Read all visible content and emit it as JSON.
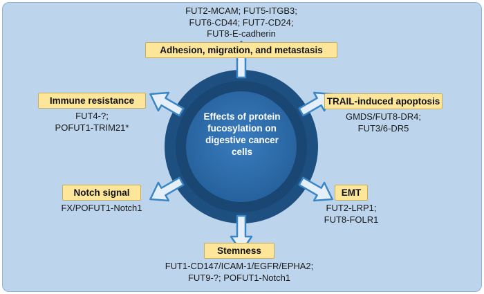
{
  "diagram": {
    "center": {
      "lines": [
        "Effects of protein",
        "fucosylation on",
        "digestive cancer",
        "cells"
      ]
    },
    "categories": {
      "adhesion": {
        "label": "Adhesion, migration, and metastasis",
        "lines": [
          "FUT2-MCAM; FUT5-ITGB3;",
          "FUT6-CD44; FUT7-CD24;",
          "FUT8-E-cadherin"
        ]
      },
      "trail": {
        "label": "TRAIL-induced apoptosis",
        "lines": [
          "GMDS/FUT8-DR4;",
          "FUT3/6-DR5"
        ]
      },
      "emt": {
        "label": "EMT",
        "lines": [
          "FUT2-LRP1;",
          "FUT8-FOLR1"
        ]
      },
      "stemness": {
        "label": "Stemness",
        "lines": [
          "FUT1-CD147/ICAM-1/EGFR/EPHA2;",
          "FUT9-?; POFUT1-Notch1"
        ]
      },
      "notch": {
        "label": "Notch signal",
        "lines": [
          "FX/POFUT1-Notch1"
        ]
      },
      "immune": {
        "label": "Immune resistance",
        "lines": [
          "FUT4-?;",
          "POFUT1-TRIM21*"
        ]
      }
    },
    "colors": {
      "background": "#bcd4ec",
      "label_fill": "#fde69a",
      "ring_outer": "#1d4f80",
      "ring_inner": "#2d6ca6",
      "arrow_fill": "#e4eff9",
      "arrow_stroke": "#3a85c4"
    }
  }
}
